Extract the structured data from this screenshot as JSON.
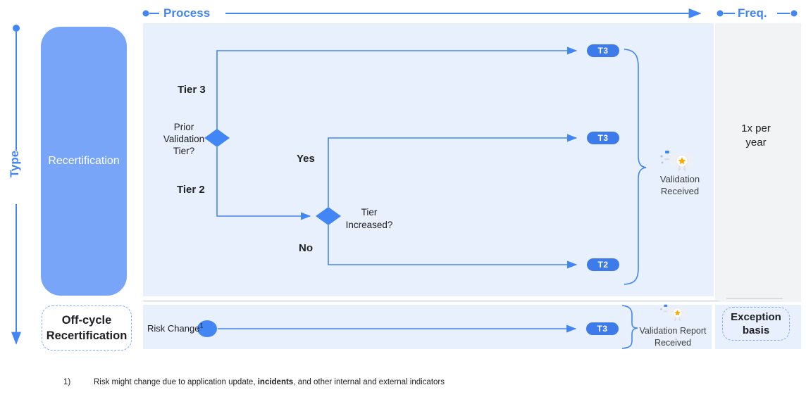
{
  "axes": {
    "process_label": "Process",
    "freq_label": "Freq.",
    "type_label": "Type"
  },
  "rows": {
    "recertification": {
      "label": "Recertification",
      "frequency": "1x per year"
    },
    "off_cycle": {
      "label": "Off-cycle Recertification",
      "frequency": "Exception basis"
    }
  },
  "flowchart": {
    "decision_prior_tier": "Prior Validation Tier?",
    "branch_tier3": "Tier 3",
    "branch_tier2": "Tier 2",
    "decision_tier_increased": "Tier Increased?",
    "branch_yes": "Yes",
    "branch_no": "No",
    "pill_top": "T3",
    "pill_middle": "T3",
    "pill_bottom": "T2",
    "outcome": "Validation Received"
  },
  "off_cycle_flow": {
    "trigger": "Risk Change",
    "trigger_superscript": "1",
    "pill": "T3",
    "outcome": "Validation Report Received"
  },
  "footnote": {
    "marker": "1)",
    "part1": "Risk might change due to application update, ",
    "bold": "incidents",
    "part2": ", and other internal and external indicators"
  },
  "colors": {
    "accent_blue": "#4285F4",
    "pill_blue": "#3D7BEA",
    "category_blue": "#78A5F8",
    "panel_blue": "#E8F0FE",
    "freq_gray": "#F1F3F4",
    "star_yellow": "#F9AB00"
  }
}
